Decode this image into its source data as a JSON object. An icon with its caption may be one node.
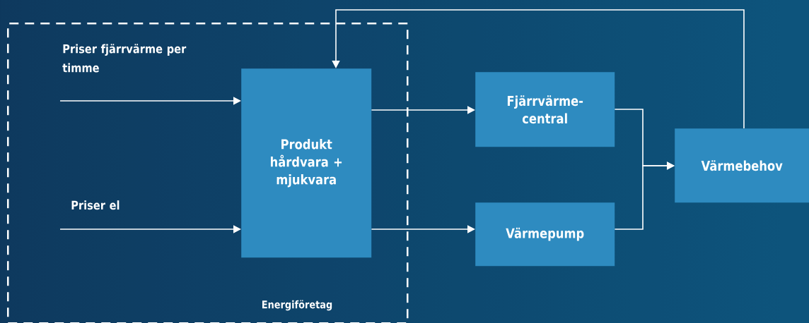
{
  "diagram": {
    "nodes": [
      {
        "text": [
          "Energiföretag"
        ]
      },
      {
        "text": [
          "Produkt hårdvara + mjukvara"
        ],
        "in": 0
      },
      {
        "text": [
          "Fjärrvärme- central"
        ]
      },
      {
        "text": [
          "Värmepump"
        ]
      },
      {
        "text": [
          "Värmebehov"
        ]
      }
    ],
    "edges": [
      {
        "from": null,
        "to": 1,
        "arrow": "to",
        "label": "Priser fjärrvärme per timme"
      },
      {
        "from": null,
        "to": 1,
        "arrow": "to",
        "label": "Priser el"
      },
      {
        "from": 1,
        "to": 2,
        "arrow": "to"
      },
      {
        "from": 1,
        "to": 3,
        "arrow": "to"
      },
      {
        "from": 2,
        "to": 4,
        "arrow": "to"
      },
      {
        "from": 3,
        "to": 4,
        "arrow": "to"
      },
      {
        "from": 4,
        "to": 1,
        "arrow": "to"
      }
    ]
  }
}
